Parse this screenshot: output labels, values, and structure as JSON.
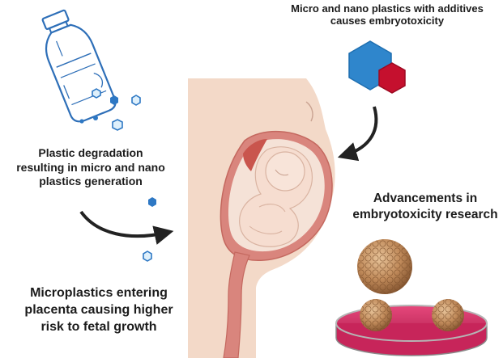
{
  "labels": {
    "additives": [
      "Micro and nano plastics with additives",
      "causes embryotoxicity"
    ],
    "degradation": [
      "Plastic degradation",
      "resulting in micro and nano",
      "plastics generation"
    ],
    "advancements": [
      "Advancements in",
      "embryotoxicity research"
    ],
    "placenta": [
      "Microplastics entering",
      "placenta causing higher",
      "risk to fetal growth"
    ]
  },
  "colors": {
    "particle_blue": "#2e78c4",
    "hexagon_blue": "#2f86cc",
    "hexagon_red": "#c5102e",
    "bottle_outline": "#2e6fb8",
    "skin": "#f3d9c8",
    "uterus": "#d9857d",
    "fetus": "#f6ddd0",
    "embryo": "#c08a5a",
    "dish_liquid": "#d6336a",
    "arrow": "#222222"
  },
  "icons": [
    "plastic-bottle-icon",
    "hexagon-additive-icon",
    "pregnant-uterus-icon",
    "embryo-sphere-icon",
    "petri-dish-icon"
  ]
}
